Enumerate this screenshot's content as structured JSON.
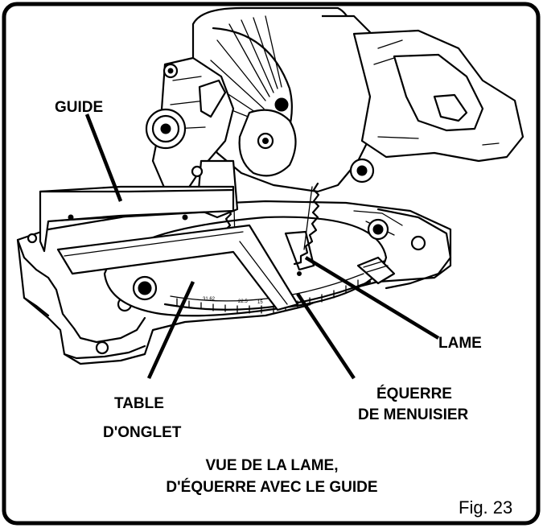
{
  "labels": {
    "guide": "GUIDE",
    "lame": "LAME",
    "equerre_line1": "ÉQUERRE",
    "equerre_line2": "DE MENUISIER",
    "table_line1": "TABLE",
    "table_line2": "D'ONGLET"
  },
  "caption": {
    "line1": "VUE DE LA LAME,",
    "line2": "D'ÉQUERRE AVEC LE GUIDE"
  },
  "figure_number": "Fig. 23",
  "scale_ticks": [
    "31.62",
    "22.5",
    "15"
  ]
}
